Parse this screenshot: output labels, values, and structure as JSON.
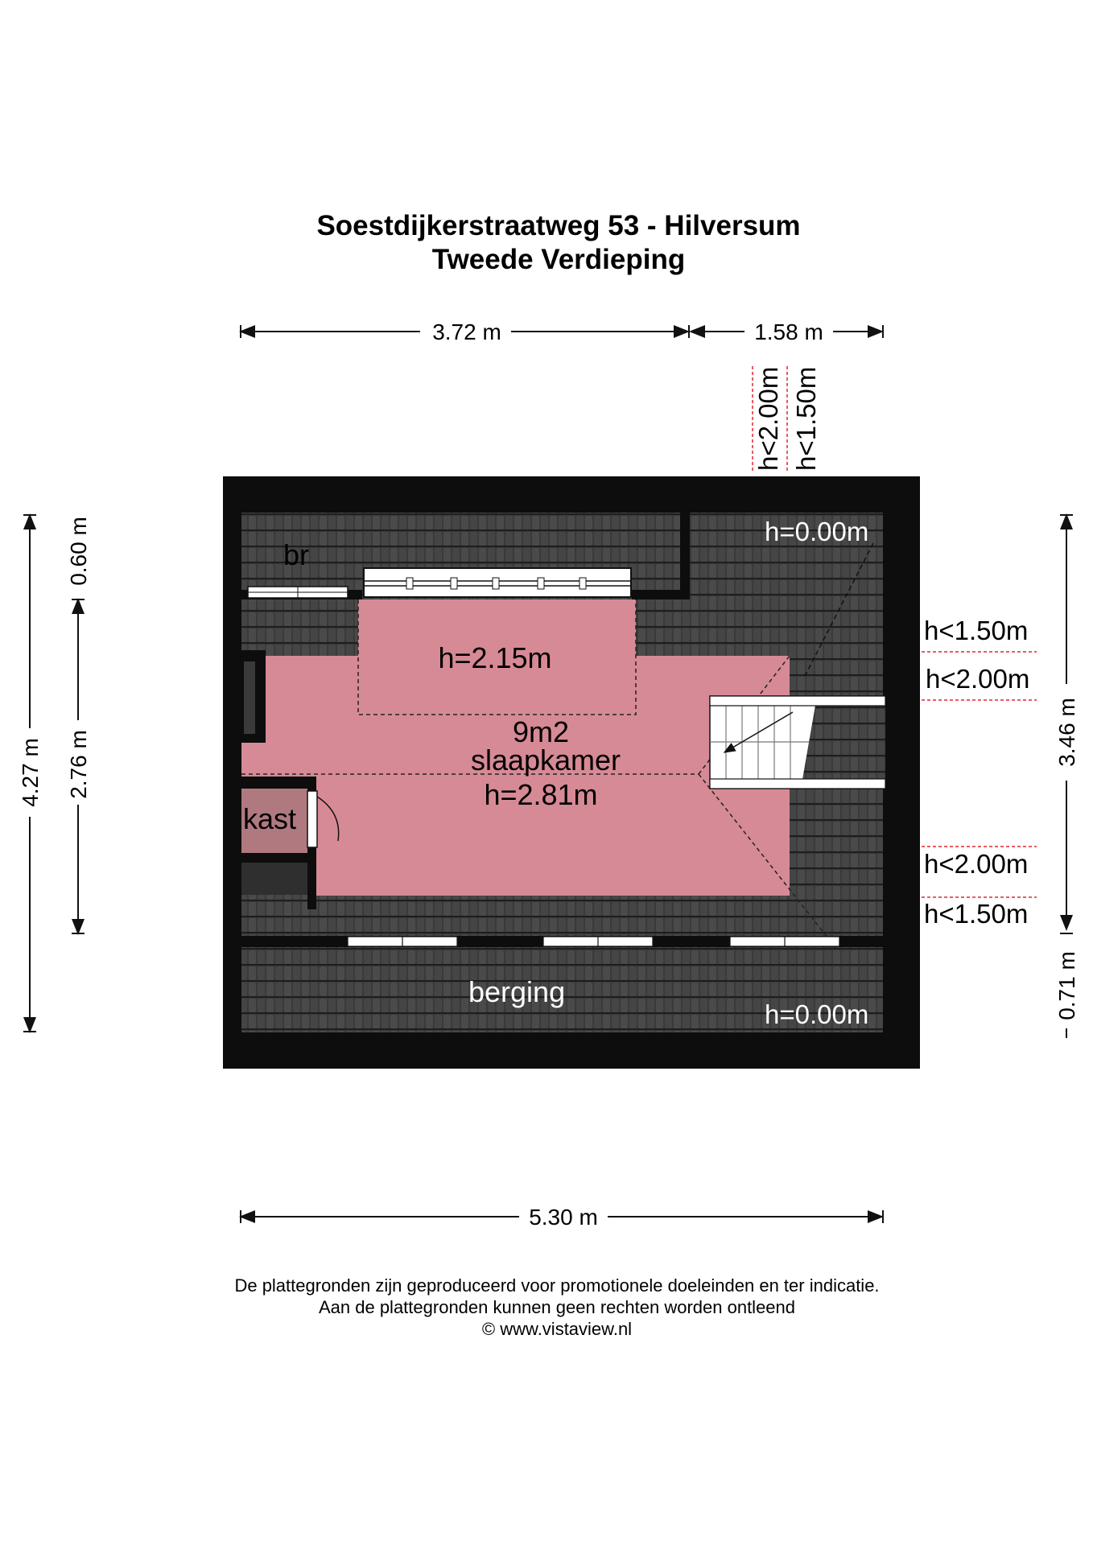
{
  "header": {
    "address": "Soestdijkerstraatweg 53 - Hilversum",
    "floor": "Tweede Verdieping"
  },
  "dimensions": {
    "top_left": "3.72 m",
    "top_right": "1.58 m",
    "bottom": "5.30 m",
    "left_outer": "4.27 m",
    "left_inner_top": "0.60 m",
    "left_inner_main": "2.76 m",
    "right_main": "3.46 m",
    "right_bottom": "0.71 m"
  },
  "rooms": {
    "br": "br",
    "kast": "kast",
    "bedroom_area": "9m2",
    "bedroom_name": "slaapkamer",
    "bedroom_height": "h=2.81m",
    "dormer_height": "h=2.15m",
    "berging": "berging"
  },
  "heights": {
    "top_vertical_1": "h<2.00m",
    "top_vertical_2": "h<1.50m",
    "top_right_zero": "h=0.00m",
    "bottom_right_zero": "h=0.00m",
    "right_1": "h<1.50m",
    "right_2": "h<2.00m",
    "right_3": "h<2.00m",
    "right_4": "h<1.50m"
  },
  "footer": {
    "line1": "De plattegronden zijn geproduceerd voor promotionele doeleinden en ter indicatie.",
    "line2": "Aan de plattegronden kunnen geen rechten worden ontleend",
    "line3": "© www.vistaview.nl"
  },
  "colors": {
    "room_fill": "#d68a95",
    "wall": "#0d0d0d",
    "roof_tile": "#3b3b3b",
    "kast_fill": "#b07980",
    "height_line": "#e0262e"
  }
}
